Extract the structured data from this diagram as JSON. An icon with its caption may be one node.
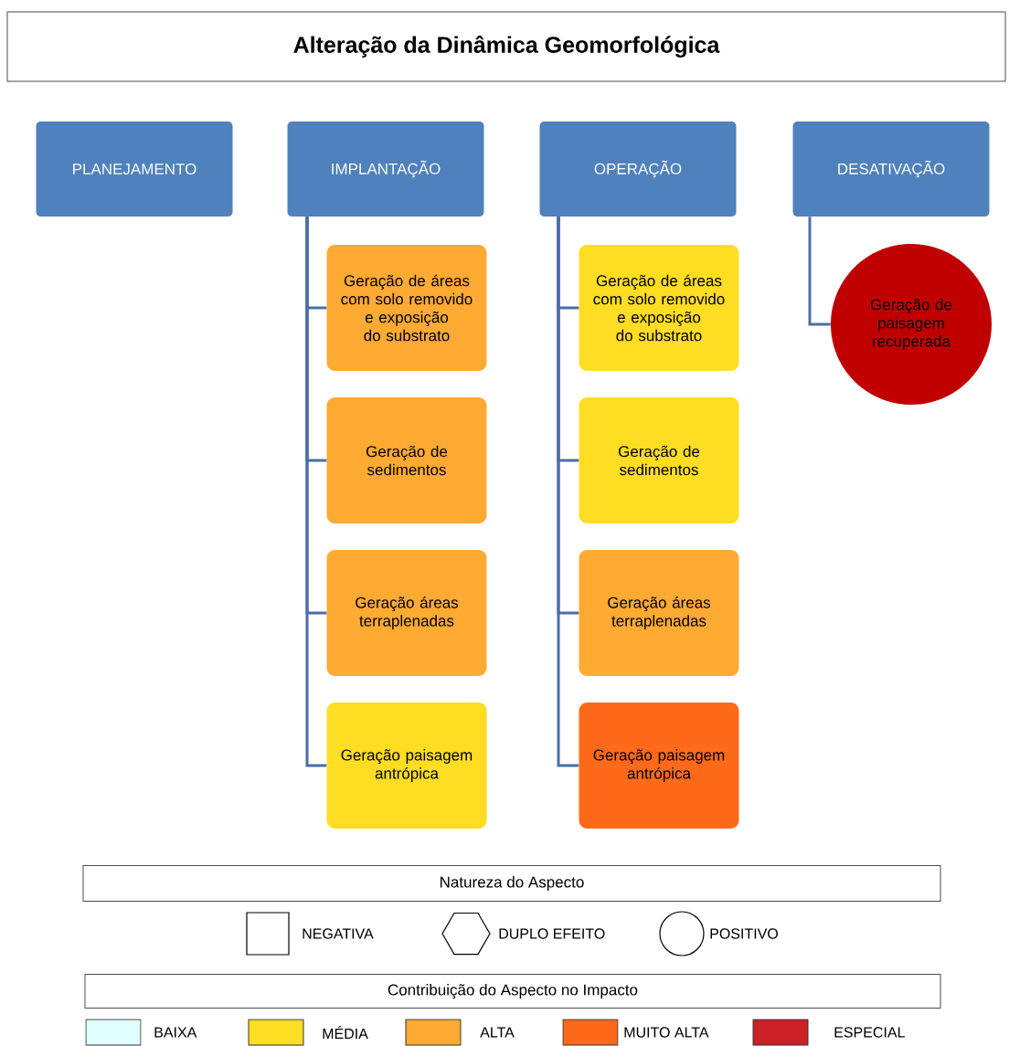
{
  "diagram": {
    "title": "Alteração da Dinâmica Geomorfológica",
    "nodes": [
      {
        "text": [
          "PLANEJAMENTO"
        ]
      },
      {
        "text": [
          "IMPLANTAÇÃO"
        ]
      },
      {
        "text": [
          "OPERAÇÃO"
        ]
      },
      {
        "text": [
          "DESATIVAÇÃO"
        ]
      },
      {
        "text": [
          "Geração de áreas com solo removido e exposição do substrato"
        ]
      },
      {
        "text": [
          "Geração de sedimentos"
        ]
      },
      {
        "text": [
          "Geração áreas terraplenadas"
        ]
      },
      {
        "text": [
          "Geração paisagem antrópica"
        ]
      },
      {
        "text": [
          "Geração de áreas com solo removido e exposição do substrato"
        ]
      },
      {
        "text": [
          "Geração de sedimentos"
        ]
      },
      {
        "text": [
          "Geração áreas terraplenadas"
        ]
      },
      {
        "text": [
          "Geração paisagem antrópica"
        ]
      },
      {
        "text": [
          "Geração de paisagem recuperada"
        ]
      }
    ],
    "edges": [
      {
        "from": 1,
        "to": 4,
        "arrow": "none"
      },
      {
        "from": 1,
        "to": 5,
        "arrow": "none"
      },
      {
        "from": 1,
        "to": 6,
        "arrow": "none"
      },
      {
        "from": 1,
        "to": 7,
        "arrow": "none"
      },
      {
        "from": 2,
        "to": 8,
        "arrow": "none"
      },
      {
        "from": 2,
        "to": 9,
        "arrow": "none"
      },
      {
        "from": 2,
        "to": 10,
        "arrow": "none"
      },
      {
        "from": 2,
        "to": 11,
        "arrow": "none"
      },
      {
        "from": 3,
        "to": 12,
        "arrow": "none"
      }
    ],
    "labels": [
      "Natureza do Aspecto",
      "Contribuição do Aspecto no Impacto"
    ],
    "legend": [
      {
        "text": "NEGATIVA"
      },
      {
        "text": "DUPLO EFEITO"
      },
      {
        "text": "POSITIVO"
      },
      {
        "text": "BAIXA",
        "color": "#e0ffff"
      },
      {
        "text": "MÉDIA",
        "color": "#ffdd22"
      },
      {
        "text": "ALTA",
        "color": "#ffaa33"
      },
      {
        "text": "MUITO ALTA",
        "color": "#ff6a1a"
      },
      {
        "text": "ESPECIAL",
        "color": "#cc1f26"
      }
    ]
  }
}
